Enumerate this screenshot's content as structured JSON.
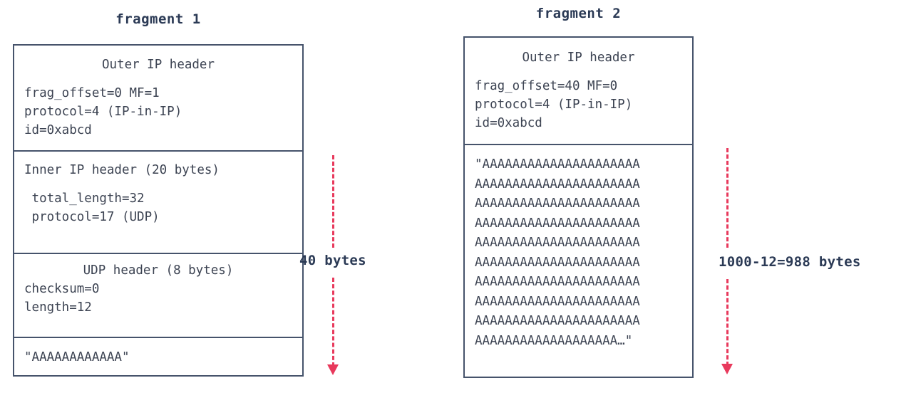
{
  "diagram": {
    "title_note": "IP-in-IP fragmentation diagram",
    "accent_color": "#e8395c",
    "box_border_color": "#46536b",
    "text_color": "#3c4352",
    "label_color": "#2b3a55"
  },
  "fragment1": {
    "title": "fragment 1",
    "sections": [
      {
        "name": "outer-ip-header",
        "heading": "Outer IP header",
        "fields": [
          "frag_offset=0 MF=1",
          "protocol=4 (IP-in-IP)",
          "id=0xabcd"
        ]
      },
      {
        "name": "inner-ip-header",
        "heading": "Inner IP header (20 bytes)",
        "fields": [
          " total_length=32",
          " protocol=17 (UDP)"
        ]
      },
      {
        "name": "udp-header",
        "heading": "UDP header (8 bytes)",
        "fields": [
          "checksum=0",
          "length=12"
        ]
      },
      {
        "name": "payload",
        "heading": "",
        "fields": [
          "\"AAAAAAAAAAAA\""
        ]
      }
    ]
  },
  "fragment2": {
    "title": "fragment 2",
    "sections": [
      {
        "name": "outer-ip-header",
        "heading": "Outer IP header",
        "fields": [
          "frag_offset=40 MF=0",
          "protocol=4 (IP-in-IP)",
          "id=0xabcd"
        ]
      },
      {
        "name": "payload",
        "heading": "",
        "fields": [
          "\"AAAAAAAAAAAAAAAAAAAAA",
          "AAAAAAAAAAAAAAAAAAAAAA",
          "AAAAAAAAAAAAAAAAAAAAAA",
          "AAAAAAAAAAAAAAAAAAAAAA",
          "AAAAAAAAAAAAAAAAAAAAAA",
          "AAAAAAAAAAAAAAAAAAAAAA",
          "AAAAAAAAAAAAAAAAAAAAAA",
          "AAAAAAAAAAAAAAAAAAAAAA",
          "AAAAAAAAAAAAAAAAAAAAAA",
          "AAAAAAAAAAAAAAAAAAA…\""
        ]
      }
    ]
  },
  "annotations": {
    "left_arrow_label": "40 bytes",
    "right_arrow_label": "1000-12=988 bytes"
  }
}
